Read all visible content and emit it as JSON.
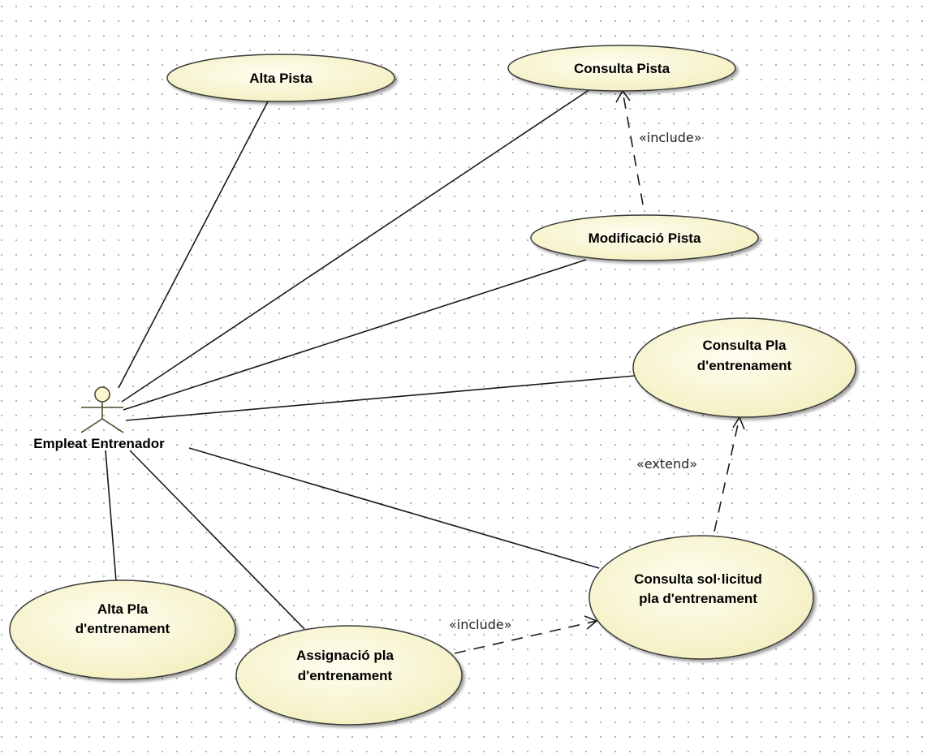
{
  "diagram": {
    "actor": {
      "name": "Empleat Entrenador"
    },
    "use_cases": {
      "alta_pista": {
        "lines": [
          "Alta Pista"
        ]
      },
      "consulta_pista": {
        "lines": [
          "Consulta Pista"
        ]
      },
      "modificacio_pista": {
        "lines": [
          "Modificació Pista"
        ]
      },
      "consulta_pla": {
        "lines": [
          "Consulta Pla",
          "d'entrenament"
        ]
      },
      "consulta_sollicitud": {
        "lines": [
          "Consulta sol·licitud",
          "pla d'entrenament"
        ]
      },
      "alta_pla": {
        "lines": [
          "Alta Pla",
          "d'entrenament"
        ]
      },
      "assignacio_pla": {
        "lines": [
          "Assignació pla",
          "d'entrenament"
        ]
      }
    },
    "relations": {
      "include_modificacio_consulta": "«include»",
      "extend_sollicitud_consulta_pla": "«extend»",
      "include_assignacio_sollicitud": "«include»"
    },
    "colors": {
      "usecase_fill": "#fbf8d2",
      "usecase_stroke": "#3a3a3a",
      "line": "#1a1a1a",
      "grid_dot": "#9a9a9a"
    }
  }
}
